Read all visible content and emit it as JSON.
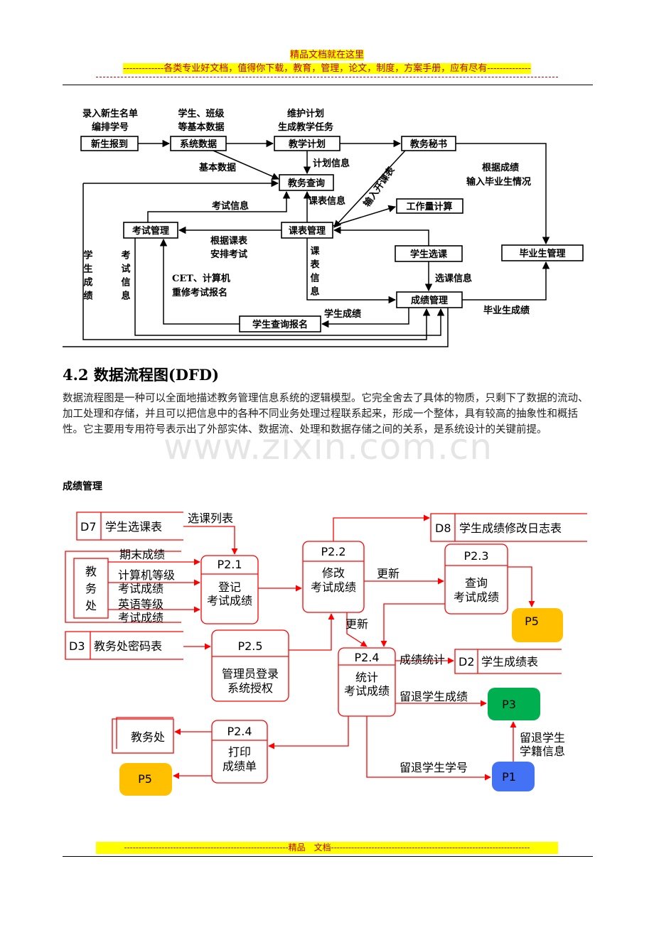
{
  "header": {
    "title": "精品文档就在这里",
    "subtitle": "-------------各类专业好文档，值得你下载，教育，管理，论文，制度，方案手册，应有尽有--------------"
  },
  "top_diagram": {
    "boxes": {
      "new_student": "新生报到",
      "system_data": "系统数据",
      "teaching_plan": "教学计划",
      "secretary": "教务秘书",
      "query": "教务查询",
      "workload": "工作量计算",
      "exam_mgmt": "考试管理",
      "schedule_mgmt": "课表管理",
      "course_select": "学生选课",
      "graduate_mgmt": "毕业生管理",
      "grade_mgmt": "成绩管理",
      "student_query": "学生查询报名"
    },
    "labels": {
      "l1a": "录入新生名单",
      "l1b": "编排学号",
      "l2a": "学生、班级",
      "l2b": "等基本数据",
      "l3a": "维护计划",
      "l3b": "生成教学任务",
      "basic_data": "基本数据",
      "plan_info": "计划信息",
      "input_schedule": "输入开课表",
      "grad_a": "根据成绩",
      "grad_b": "输入毕业生情况",
      "exam_info": "考试信息",
      "schedule_info": "课表信息",
      "arrange_a": "根据课表",
      "arrange_b": "安排考试",
      "cet_a": "CET、计算机",
      "cet_b": "重修考试报名",
      "student_grade": "学生成绩",
      "exam_info_v": "考试信息",
      "schedule_info_v": "课表信息",
      "select_info": "选课信息",
      "grad_grade": "毕业生成绩",
      "stu_grade": "学生成绩"
    }
  },
  "section": {
    "heading": "4.2 数据流程图(DFD)",
    "paragraph": "数据流程图是一种可以全面地描述教务管理信息系统的逻辑模型。它完全舍去了具体的物质，只剩下了数据的流动、加工处理和存储，并且可以把信息中的各种不同业务处理过程联系起来，形成一个整体，具有较高的抽象性和概括性。它主要用专用符号表示出了外部实体、数据流、处理和数据存储之间的关系，是系统设计的关键前提。",
    "watermark": "www.zixin.com.cn",
    "subheading": "成绩管理"
  },
  "dfd": {
    "stores": {
      "d7_id": "D7",
      "d7_name": "学生选课表",
      "d8_id": "D8",
      "d8_name": "学生成绩修改日志表",
      "d3_id": "D3",
      "d3_name": "教务处密码表",
      "d2_id": "D2",
      "d2_name": "学生成绩表"
    },
    "processes": {
      "p21_id": "P2.1",
      "p21_a": "登记",
      "p21_b": "考试成绩",
      "p22_id": "P2.2",
      "p22_a": "修改",
      "p22_b": "考试成绩",
      "p23_id": "P2.3",
      "p23_a": "查询",
      "p23_b": "考试成绩",
      "p24_id": "P2.4",
      "p24_a": "统计",
      "p24_b": "考试成绩",
      "p25_id": "P2.5",
      "p25_a": "管理员登录",
      "p25_b": "系统授权",
      "p24b_id": "P2.4",
      "p24b_a": "打印",
      "p24b_b": "成绩单"
    },
    "entities": {
      "jwc_a": "教",
      "jwc_b": "务",
      "jwc_c": "处",
      "jwc2": "教务处"
    },
    "terminals": {
      "p5a": "P5",
      "p5b": "P5",
      "p3": "P3",
      "p1": "P1"
    },
    "flows": {
      "select_list": "选课列表",
      "final_grade": "期末成绩",
      "computer_a": "计算机等级",
      "computer_b": "考试成绩",
      "english_a": "英语等级",
      "english_b": "考试成绩",
      "update1": "更新",
      "update2": "更新",
      "grade_stats": "成绩统计",
      "retain_grade": "留退学生成绩",
      "retain_id": "留退学生学号",
      "retain_info_a": "留退学生",
      "retain_info_b": "学籍信息"
    }
  },
  "footer": {
    "text": "---------------------------------------------------------精品　文档---------------------------------------------------------------------"
  },
  "colors": {
    "dfd_line": "#ff0000",
    "p5": "#ffc000",
    "p3": "#00b050",
    "p1": "#4472f4",
    "header_text": "#c00000",
    "highlight": "#ffff00"
  }
}
